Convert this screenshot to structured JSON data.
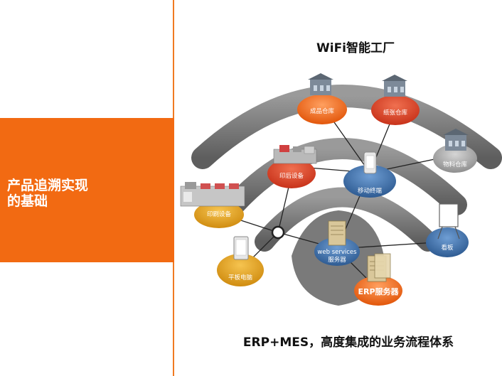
{
  "side_title_line1": "产品追溯实现",
  "side_title_line2": "的基础",
  "diagram_title": "WiFi智能工厂",
  "caption": "ERP+MES，高度集成的业务流程体系",
  "nodes": {
    "finished_warehouse": "成品仓库",
    "paper_warehouse": "纸张仓库",
    "material_warehouse": "物料仓库",
    "post_press": "印后设备",
    "mobile_terminal": "移动终端",
    "printing_equipment": "印刷设备",
    "kanban": "看板",
    "tablet": "平板电脑",
    "web_services_line1": "web services",
    "web_services_line2": "服务器",
    "erp_server": "ERP服务器"
  },
  "colors": {
    "orange": "#f26a12",
    "red": "#e0452a",
    "blue": "#3d6ea8",
    "gold": "#e0a020",
    "gray": "#a9a9a9"
  }
}
